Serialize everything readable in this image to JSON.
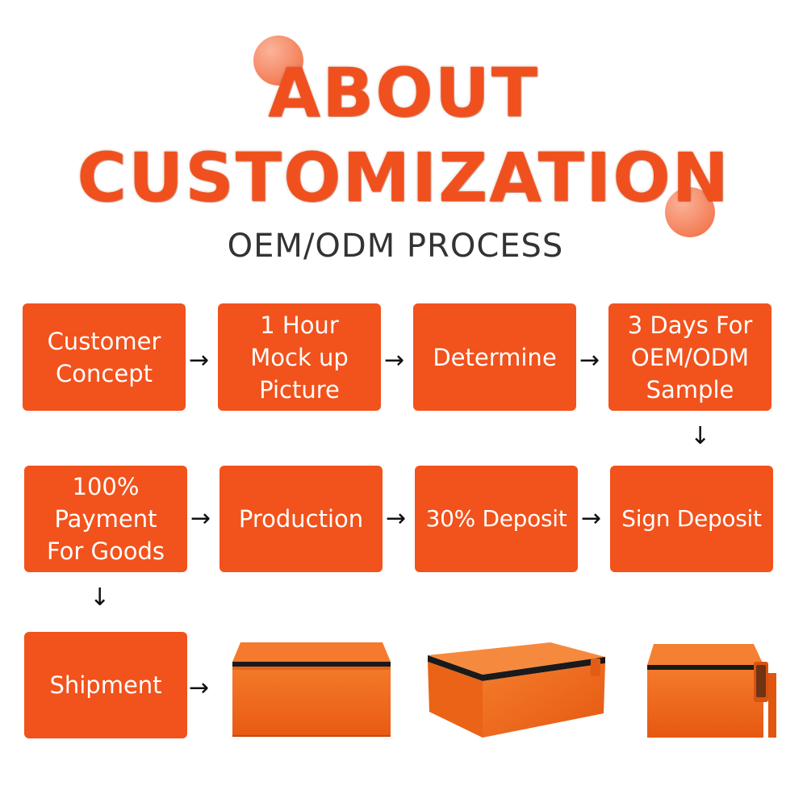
{
  "header": {
    "title_line1": "ABOUT",
    "title_line2": "CUSTOMIZATION",
    "subtitle": "OEM/ODM PROCESS"
  },
  "steps": {
    "customer_concept": "Customer\nConcept",
    "mockup": "1 Hour\nMock up\nPicture",
    "determine": "Determine",
    "sample": "3 Days For\nOEM/ODM\nSample",
    "sign_deposit": "Sign Deposit",
    "deposit_30": "30% Deposit",
    "production": "Production",
    "payment": "100%\nPayment\nFor Goods",
    "shipment": "Shipment"
  },
  "arrows": {
    "right": "→",
    "down": "↓"
  },
  "colors": {
    "accent": "#f2521c",
    "title": "#f0501e",
    "subtitle": "#333333",
    "product_orange": "#f26a1b",
    "zipper": "#1a1a1a"
  },
  "icons": [
    "insulated-box-front",
    "insulated-box-angled",
    "insulated-box-side"
  ]
}
